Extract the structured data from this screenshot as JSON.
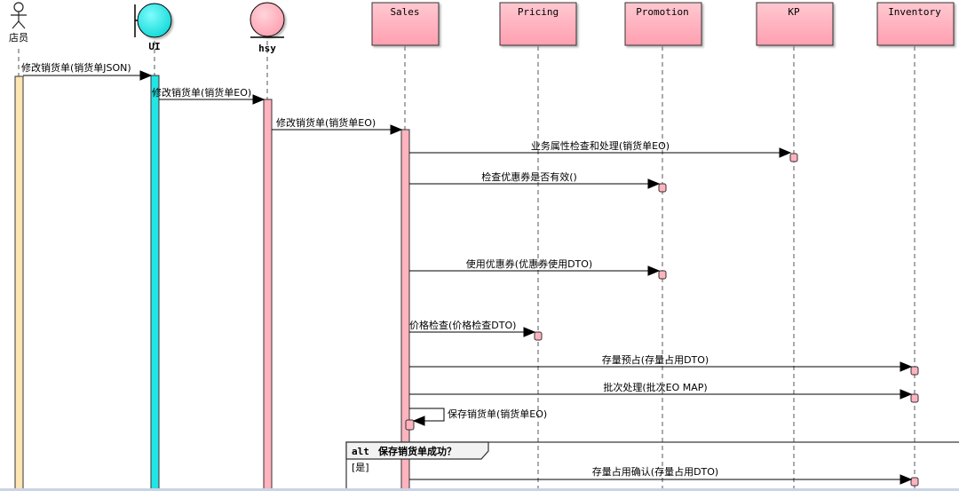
{
  "colors": {
    "actor": "#fde5b4",
    "boundary": "#22e5e5",
    "entity": "#ffb3bf",
    "box": "#ffb3bf",
    "line": "#000000"
  },
  "actor": {
    "label": "店员"
  },
  "lifelines": [
    {
      "id": "ui",
      "label": "UI",
      "kind": "boundary"
    },
    {
      "id": "hsy",
      "label": "hsy",
      "kind": "entity"
    },
    {
      "id": "sales",
      "label": "Sales",
      "kind": "box"
    },
    {
      "id": "pricing",
      "label": "Pricing",
      "kind": "box"
    },
    {
      "id": "promotion",
      "label": "Promotion",
      "kind": "box"
    },
    {
      "id": "kp",
      "label": "KP",
      "kind": "box"
    },
    {
      "id": "inventory",
      "label": "Inventory",
      "kind": "box"
    }
  ],
  "messages": [
    {
      "from": "actor",
      "to": "ui",
      "label": "修改销货单(销货单JSON)"
    },
    {
      "from": "ui",
      "to": "hsy",
      "label": "修改销货单(销货单EO)"
    },
    {
      "from": "hsy",
      "to": "sales",
      "label": "修改销货单(销货单EO)"
    },
    {
      "from": "sales",
      "to": "kp",
      "label": "业务属性检查和处理(销货单EO)"
    },
    {
      "from": "sales",
      "to": "promotion",
      "label": "检查优惠券是否有效()"
    },
    {
      "from": "sales",
      "to": "promotion",
      "label": "使用优惠券(优惠券使用DTO)"
    },
    {
      "from": "sales",
      "to": "pricing",
      "label": "价格检查(价格检查DTO)"
    },
    {
      "from": "sales",
      "to": "inventory",
      "label": "存量预占(存量占用DTO)"
    },
    {
      "from": "sales",
      "to": "inventory",
      "label": "批次处理(批次EO MAP)"
    },
    {
      "from": "sales",
      "to": "sales",
      "label": "保存销货单(销货单EO)"
    },
    {
      "from": "sales",
      "to": "inventory",
      "label": "存量占用确认(存量占用DTO)"
    }
  ],
  "fragment": {
    "operator": "alt",
    "condition": "保存销货单成功？",
    "guard": "[是]"
  }
}
